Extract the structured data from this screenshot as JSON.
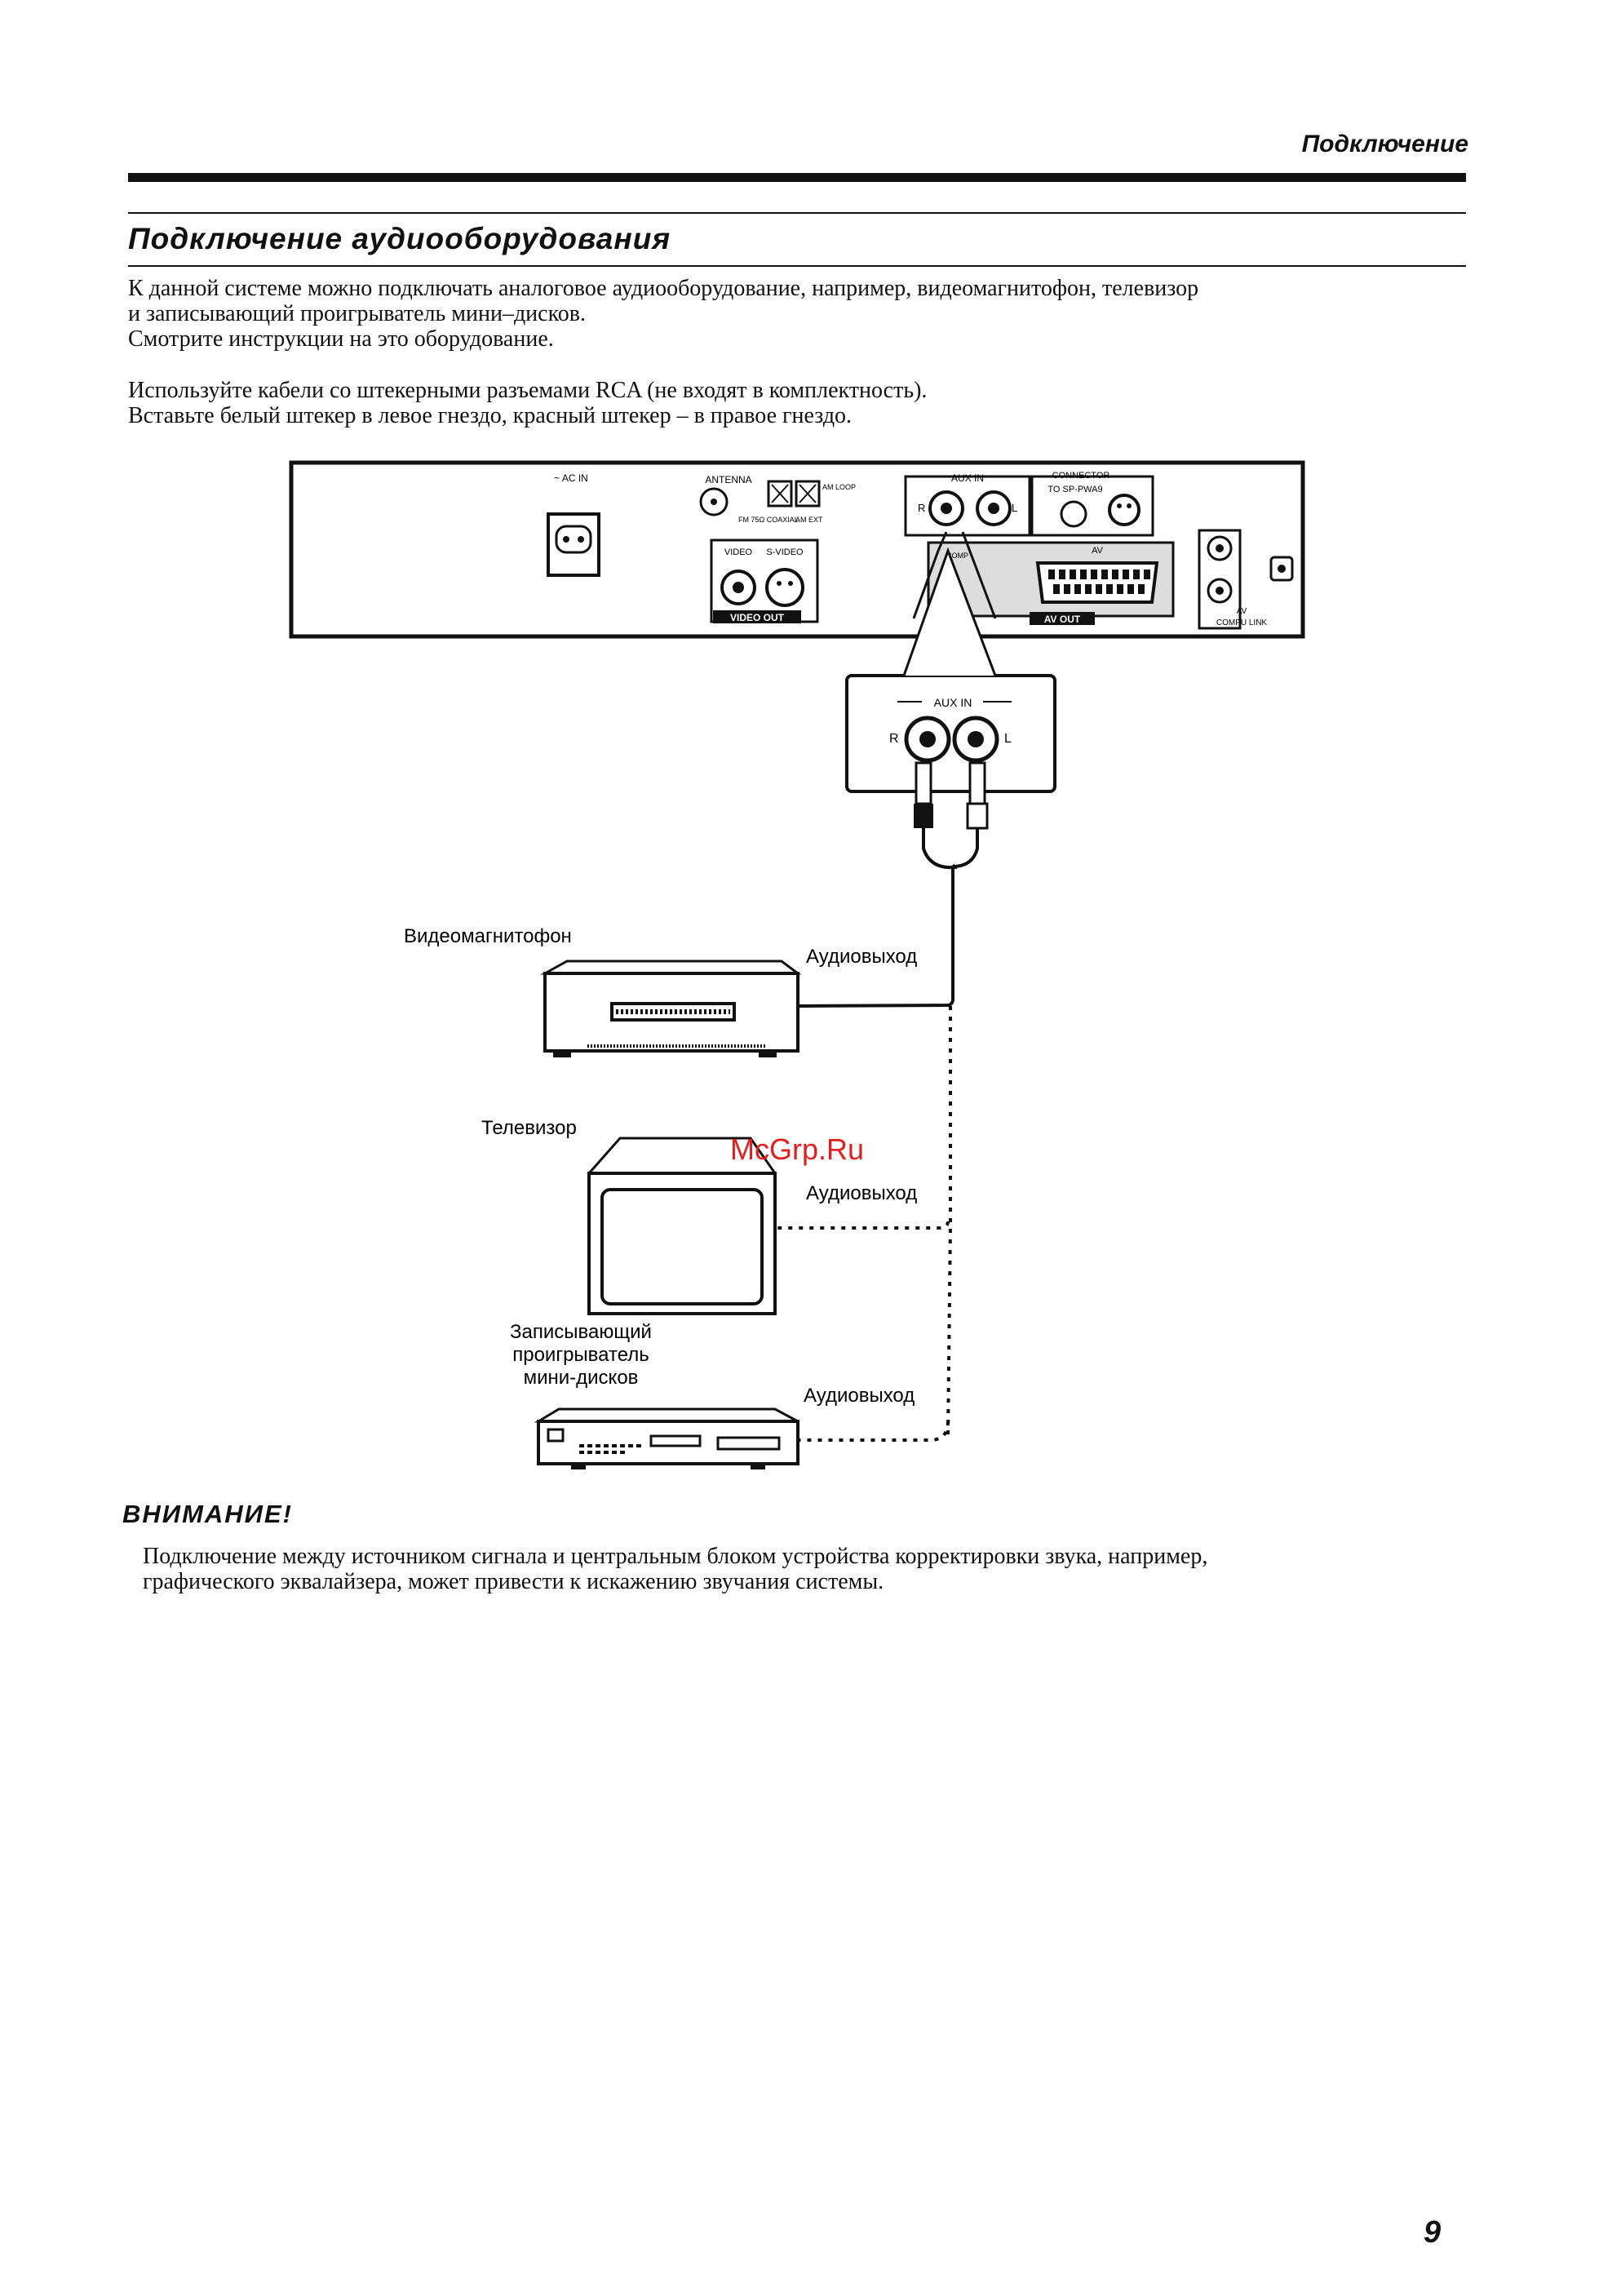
{
  "header": {
    "section": "Подключение"
  },
  "section": {
    "title": "Подключение аудиооборудования"
  },
  "intro": {
    "line1": "К данной системе можно подключать аналоговое аудиооборудование, например, видеомагнитофон, телевизор",
    "line2": "и записывающий проигрыватель мини–дисков.",
    "line3": "Смотрите инструкции на это оборудование."
  },
  "cables": {
    "line1": "Используйте кабели со штекерными разъемами RCA (не входят в комплектность).",
    "line2": "Вставьте белый штекер в левое гнездо, красный штекер – в правое гнездо."
  },
  "diagram": {
    "panel": {
      "ac_in": "~ AC IN",
      "antenna": "ANTENNA",
      "am_loop": "AM LOOP",
      "am_ext": "AM EXT",
      "fm": "FM 75Ω COAXIAL",
      "aux_in": "AUX IN",
      "connector": "CONNECTOR",
      "connector_to": "TO SP-PWA9",
      "video": "VIDEO",
      "s_video": "S-VIDEO",
      "video_out": "VIDEO OUT",
      "comp": "COMP",
      "av": "AV",
      "av_out": "AV OUT",
      "av_compu": "AV",
      "compu_link": "COMPU LINK",
      "r": "R",
      "l": "L"
    },
    "zoom": {
      "aux_in": "AUX IN",
      "r": "R",
      "l": "L"
    },
    "devices": {
      "vcr": "Видеомагнитофон",
      "tv": "Телевизор",
      "md_line1": "Записывающий",
      "md_line2": "проигрыватель",
      "md_line3": "мини-дисков",
      "audio_out": "Аудиовыход"
    }
  },
  "watermark": "McGrp.Ru",
  "warning": {
    "title": "ВНИМАНИЕ!",
    "line1": "Подключение между источником сигнала и центральным блоком устройства корректировки звука, например,",
    "line2": "графического эквалайзера, может привести к искажению звучания системы."
  },
  "page_number": "9"
}
